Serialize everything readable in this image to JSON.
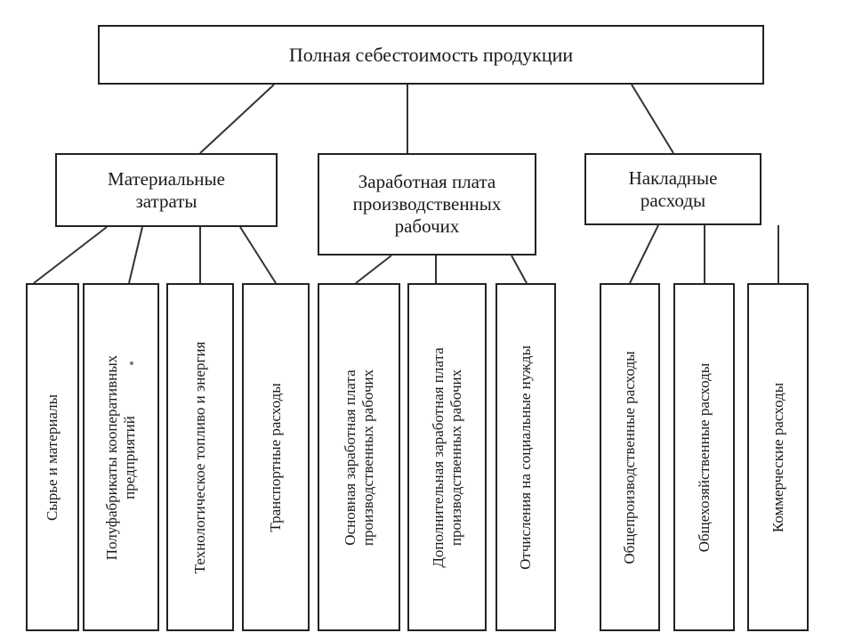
{
  "root": {
    "label": "Полная себестоимость продукции"
  },
  "categories": [
    {
      "label": "Материальные\nзатраты"
    },
    {
      "label": "Заработная плата\nпроизводственных\nрабочих"
    },
    {
      "label": "Накладные\nрасходы"
    }
  ],
  "leaves": [
    {
      "label": "Сырье и материалы"
    },
    {
      "label": "Полуфабрикаты кооперативных\nпредприятий"
    },
    {
      "label": "Технологическое топливо и энергия"
    },
    {
      "label": "Транспортные расходы"
    },
    {
      "label": "Основная заработная плата\nпроизводственных рабочих"
    },
    {
      "label": "Дополнительная заработная плата\nпроизводственных рабочих"
    },
    {
      "label": "Отчисления на социальные нужды"
    },
    {
      "label": "Общепроизводственные расходы"
    },
    {
      "label": "Общехозяйственные расходы"
    },
    {
      "label": "Коммерческие расходы"
    }
  ]
}
